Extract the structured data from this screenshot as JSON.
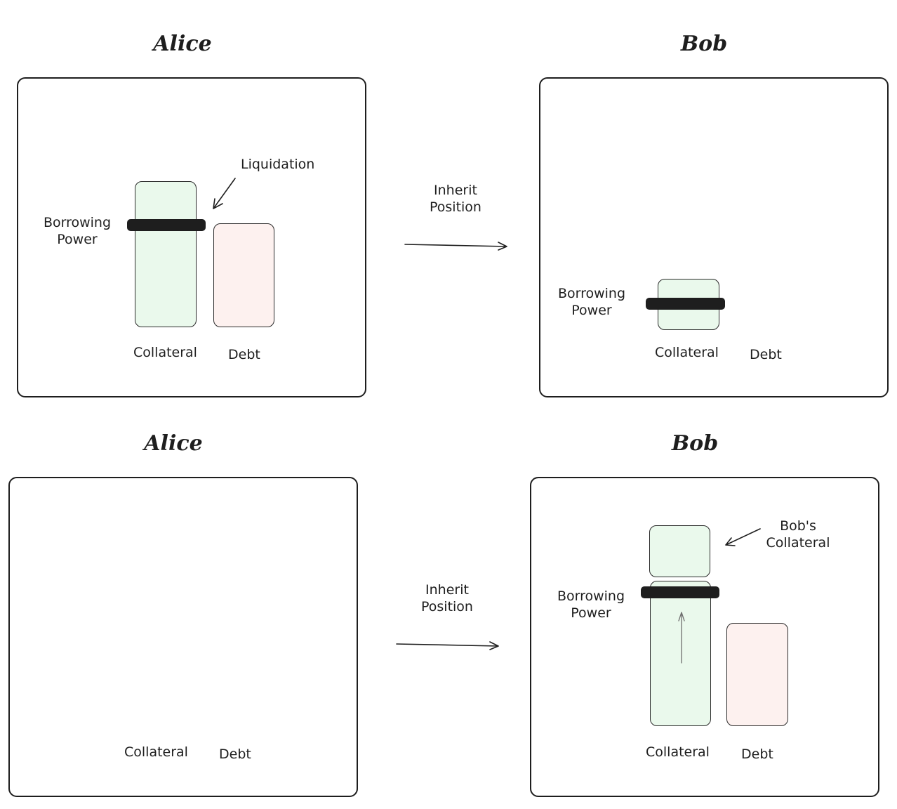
{
  "top_left": {
    "title": "Alice",
    "borrowing_power": [
      "Borrowing",
      "Power"
    ],
    "liquidation": "Liquidation",
    "collateral": "Collateral",
    "debt": "Debt"
  },
  "top_arrow": {
    "line1": "Inherit",
    "line2": "Position"
  },
  "top_right": {
    "title": "Bob",
    "borrowing_power": [
      "Borrowing",
      "Power"
    ],
    "collateral": "Collateral",
    "debt": "Debt"
  },
  "bottom_left": {
    "title": "Alice",
    "collateral": "Collateral",
    "debt": "Debt"
  },
  "bottom_arrow": {
    "line1": "Inherit",
    "line2": "Position"
  },
  "bottom_right": {
    "title": "Bob",
    "borrowing_power": [
      "Borrowing",
      "Power"
    ],
    "bobs_collateral": [
      "Bob's",
      "Collateral"
    ],
    "collateral": "Collateral",
    "debt": "Debt"
  },
  "colors": {
    "collateral": "#eaf9ec",
    "debt": "#fdf1ef",
    "ink": "#1e1e1e"
  }
}
